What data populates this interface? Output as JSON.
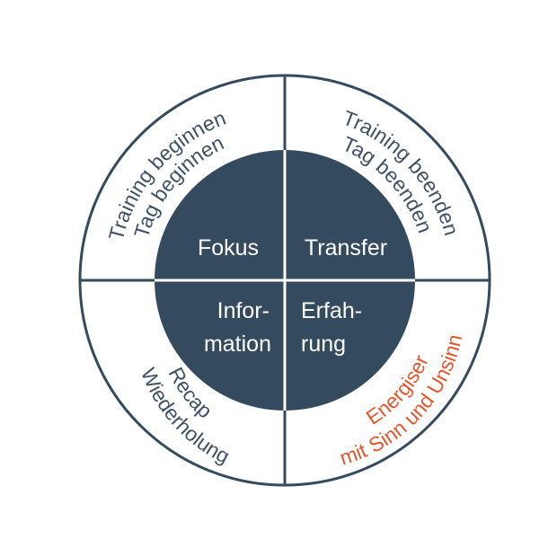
{
  "colors": {
    "primary": "#344a5e",
    "accent": "#e4572e",
    "background": "#ffffff"
  },
  "core": {
    "top_left": "Fokus",
    "top_right": "Transfer",
    "bottom_left_line1": "Infor-",
    "bottom_left_line2": "mation",
    "bottom_right_line1": "Erfah-",
    "bottom_right_line2": "rung"
  },
  "ring": {
    "top_left_line1": "Training beginnen",
    "top_left_line2": "Tag beginnen",
    "top_right_line1": "Training beenden",
    "top_right_line2": "Tag beenden",
    "bottom_left_line1": "Recap",
    "bottom_left_line2": "Wiederholung",
    "bottom_right_line1": "Energiser",
    "bottom_right_line2": "mit Sinn und Unsinn"
  }
}
